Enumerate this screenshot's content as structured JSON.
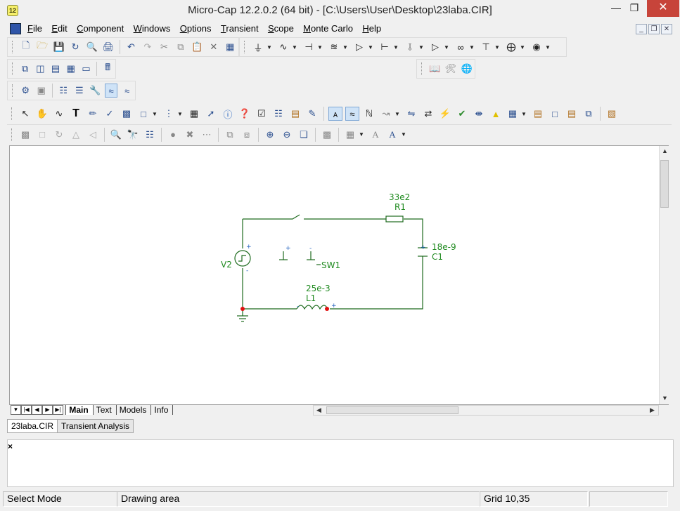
{
  "window": {
    "title": "Micro-Cap 12.2.0.2 (64 bit) - [C:\\Users\\User\\Desktop\\23laba.CIR]",
    "app_icon_text": "12"
  },
  "menu": [
    "File",
    "Edit",
    "Component",
    "Windows",
    "Options",
    "Transient",
    "Scope",
    "Monte Carlo",
    "Help"
  ],
  "schematic": {
    "r1": {
      "value": "33e2",
      "name": "R1"
    },
    "c1": {
      "value": "18e-9",
      "name": "C1"
    },
    "l1": {
      "value": "25e-3",
      "name": "L1"
    },
    "v2": {
      "name": "V2"
    },
    "sw1": {
      "name": "SW1"
    },
    "plus": "+",
    "minus": "-"
  },
  "sheet_tabs": [
    "Main",
    "Text",
    "Models",
    "Info"
  ],
  "doc_tabs": [
    "23laba.CIR",
    "Transient Analysis"
  ],
  "output": {
    "close_glyph": "×"
  },
  "status": {
    "mode": "Select Mode",
    "area": "Drawing area",
    "grid": "Grid 10,35"
  },
  "colors": {
    "wire": "#1e6b1e",
    "label": "#1f8a1f",
    "node_dot": "#e01010",
    "close_button": "#c7443a"
  }
}
